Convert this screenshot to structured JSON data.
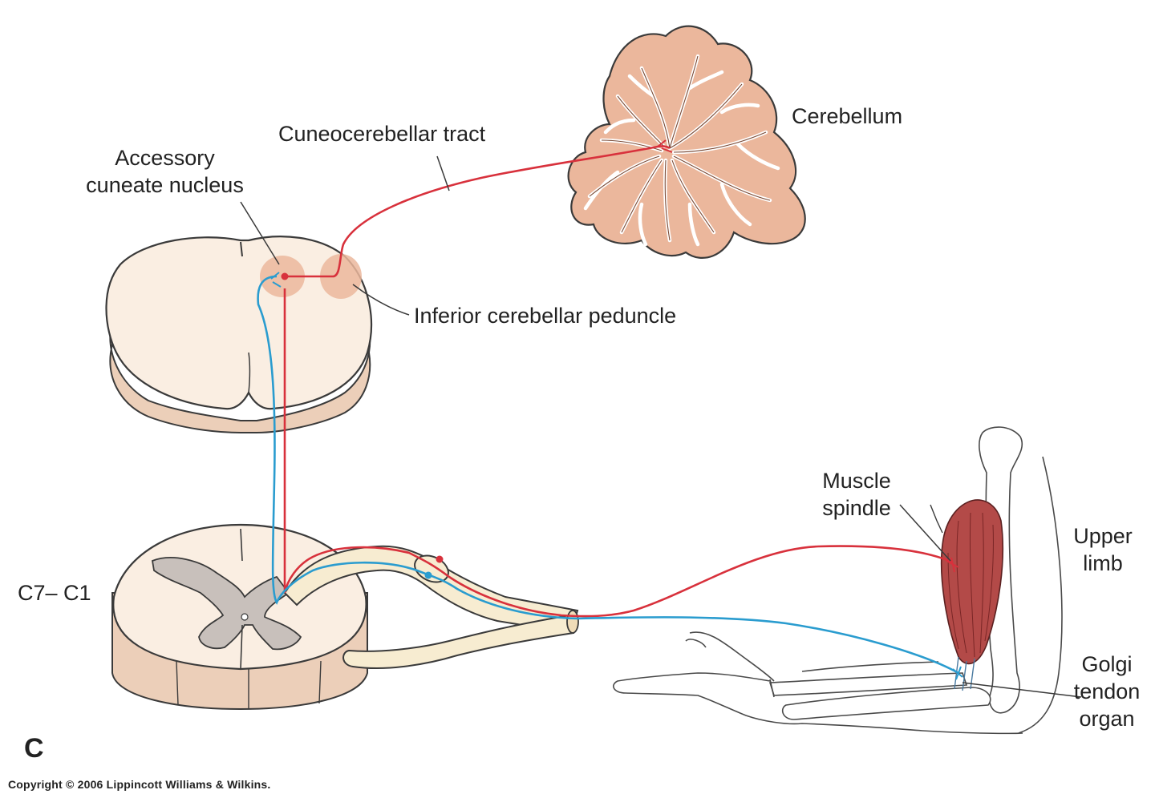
{
  "labels": {
    "cerebellum": "Cerebellum",
    "tract": "Cuneocerebellar tract",
    "nucleus_line1": "Accessory",
    "nucleus_line2": "cuneate nucleus",
    "peduncle": "Inferior cerebellar peduncle",
    "spindle_line1": "Muscle",
    "spindle_line2": "spindle",
    "limb_line1": "Upper",
    "limb_line2": "limb",
    "golgi_line1": "Golgi",
    "golgi_line2": "tendon",
    "golgi_line3": "organ",
    "segment": "C7– C1",
    "panel": "C"
  },
  "copyright": "Copyright © 2006 Lippincott Williams & Wilkins.",
  "colors": {
    "efferent_tract": "#d8313c",
    "afferent_fiber": "#2a9ccf",
    "cerebellum_fill": "#ebb79c",
    "spinal_fill": "#faeee2",
    "spinal_cut": "#eccfb9",
    "grey_matter": "#c8c0bb",
    "muscle": "#b34a48",
    "outline": "#3a3a3a"
  }
}
